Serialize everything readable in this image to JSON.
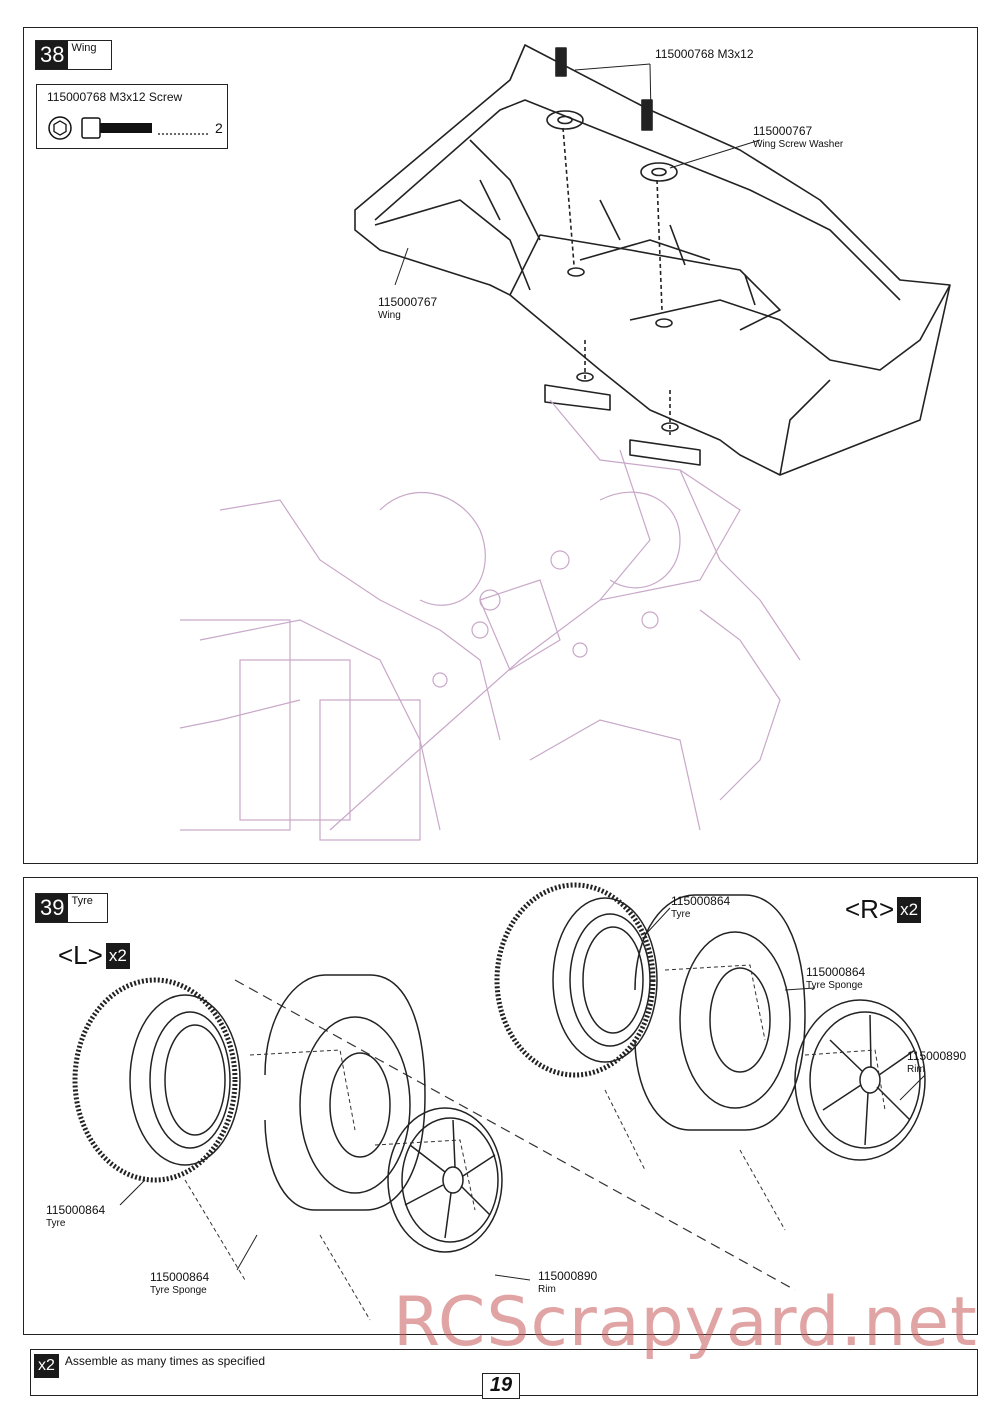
{
  "step38": {
    "number": "38",
    "title": "Wing",
    "parts_box": {
      "part_label": "115000768  M3x12 Screw",
      "qty": "2"
    },
    "labels": {
      "screw": "115000768 M3x12",
      "washer_code": "115000767",
      "washer_name": "Wing Screw Washer",
      "wing_code": "115000767",
      "wing_name": "Wing"
    }
  },
  "step39": {
    "number": "39",
    "title": "Tyre",
    "left_badge": {
      "text": "<L>",
      "mult": "x2"
    },
    "right_badge": {
      "text": "<R>",
      "mult": "x2"
    },
    "left_labels": {
      "tyre_code": "115000864",
      "tyre_name": "Tyre",
      "sponge_code": "115000864",
      "sponge_name": "Tyre Sponge",
      "rim_code": "115000890",
      "rim_name": "Rim"
    },
    "right_labels": {
      "tyre_code": "115000864",
      "tyre_name": "Tyre",
      "sponge_code": "115000864",
      "sponge_name": "Tyre Sponge",
      "rim_code": "115000890",
      "rim_name": "Rim"
    }
  },
  "footer": {
    "mult": "x2",
    "text": "Assemble as many times as specified"
  },
  "page_number": "19",
  "watermark": "RCScrapyard.net"
}
